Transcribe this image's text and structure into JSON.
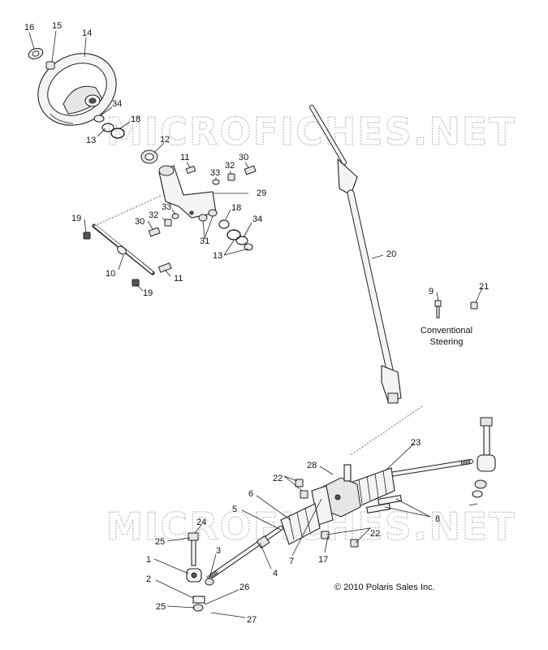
{
  "watermarks": [
    "MICROFICHES.NET",
    "MICROFICHES.NET"
  ],
  "conventional_steering": {
    "line1": "Conventional",
    "line2": "Steering"
  },
  "copyright": "© 2010 Polaris Sales Inc.",
  "callouts": [
    "16",
    "15",
    "14",
    "34",
    "18",
    "13",
    "12",
    "11",
    "33",
    "32",
    "30",
    "29",
    "33",
    "32",
    "30",
    "18",
    "34",
    "31",
    "13",
    "19",
    "10",
    "11",
    "19",
    "20",
    "9",
    "21",
    "23",
    "28",
    "22",
    "6",
    "5",
    "24",
    "25",
    "1",
    "3",
    "2",
    "26",
    "25",
    "27",
    "4",
    "7",
    "17",
    "22",
    "8"
  ]
}
